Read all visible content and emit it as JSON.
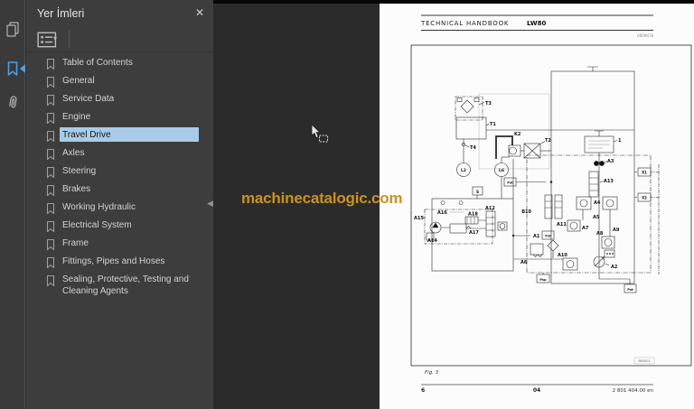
{
  "colors": {
    "accent_blue": "#4f9ee0",
    "selection": "#a8cbe8",
    "watermark": "#cb9220",
    "sidebar_bg": "#3d3d3d",
    "page_bg": "#fcfcfc"
  },
  "icons": {
    "close": "✕",
    "caret_down": "▾",
    "collapse_left": "◀"
  },
  "sidebar": {
    "title": "Yer İmleri",
    "bookmarks": [
      {
        "label": "Table of Contents",
        "selected": false
      },
      {
        "label": "General",
        "selected": false
      },
      {
        "label": "Service Data",
        "selected": false
      },
      {
        "label": "Engine",
        "selected": false
      },
      {
        "label": "Travel Drive",
        "selected": true
      },
      {
        "label": "Axles",
        "selected": false
      },
      {
        "label": "Steering",
        "selected": false
      },
      {
        "label": "Brakes",
        "selected": false
      },
      {
        "label": "Working Hydraulic",
        "selected": false
      },
      {
        "label": "Electrical System",
        "selected": false
      },
      {
        "label": "Frame",
        "selected": false
      },
      {
        "label": "Fittings, Pipes and Hoses",
        "selected": false
      },
      {
        "label": "Sealing, Protective, Testing and\nCleaning Agents",
        "selected": false
      }
    ]
  },
  "watermark": {
    "text": "machinecatalogic.com"
  },
  "page": {
    "header": {
      "title": "TECHNICAL HANDBOOK",
      "model": "LW80",
      "doc_number": "0609478"
    },
    "figure": {
      "caption": "Fig. 3",
      "ref_number": "680001"
    },
    "footer": {
      "page_number": "6",
      "chapter": "04",
      "document_code": "2 801 404.00 en"
    },
    "diagram": {
      "labels": {
        "t1": "T1",
        "t2": "T2",
        "t3": "T3",
        "t4": "T4",
        "k2": "K2",
        "l2": "L2",
        "l6": "L6",
        "s": "S",
        "pst": "Pst",
        "psp": "Psp",
        "n1": "1",
        "a1": "A1",
        "a2": "A2",
        "a3": "A3",
        "a4": "A4",
        "a5": "A5",
        "a6": "A6",
        "a7": "A7",
        "a8": "A8",
        "a9": "A9",
        "a10": "A10",
        "a11": "A11",
        "a12": "A12",
        "a13": "A13",
        "a14": "A14",
        "a15": "A15",
        "a16": "A16",
        "a17": "A17",
        "a18": "A18",
        "b10": "B10",
        "x1": "X1",
        "x2": "X2"
      }
    }
  }
}
